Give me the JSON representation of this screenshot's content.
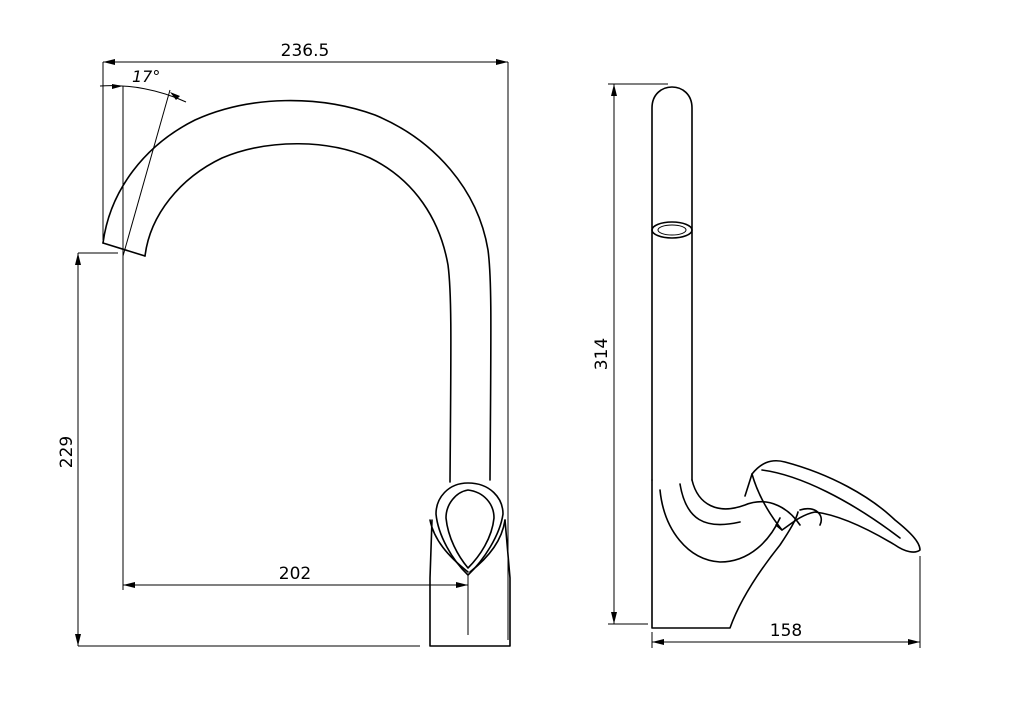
{
  "dimensions": {
    "overall_width": "236.5",
    "spout_angle": "17°",
    "spout_height": "229",
    "spout_reach": "202",
    "total_height": "314",
    "depth": "158"
  }
}
